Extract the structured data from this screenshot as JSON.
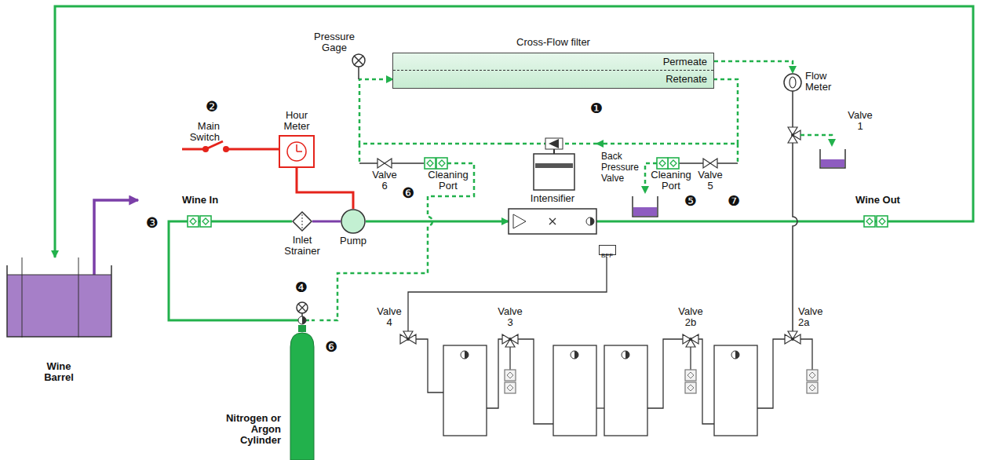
{
  "diagram": {
    "nodes": [
      {
        "text": [
          "Cross-Flow filter"
        ]
      },
      {
        "text": [
          "Permeate"
        ],
        "in": 0
      },
      {
        "text": [
          "Retenate"
        ],
        "in": 0
      },
      {
        "text": [
          "Hour Meter"
        ]
      },
      {
        "text": [
          "Intensifier"
        ]
      },
      {
        "text": [
          "Pump"
        ]
      },
      {
        "text": [
          "Inlet Strainer"
        ]
      },
      {
        "text": [
          "Wine Barrel"
        ]
      },
      {
        "text": [
          "Nitrogen or Argon Cylinder"
        ]
      },
      {
        "text": [
          "BFF"
        ]
      }
    ],
    "edges": [
      {
        "from": 3,
        "to": 5,
        "arrow": "none"
      },
      {
        "from": 6,
        "to": 5,
        "arrow": "none"
      },
      {
        "from": 5,
        "to": 4,
        "arrow": "to"
      },
      {
        "from": 2,
        "to": 4,
        "arrow": "to"
      },
      {
        "from": 4,
        "to": 2,
        "arrow": "to"
      },
      {
        "from": 4,
        "to": 7,
        "arrow": "to"
      },
      {
        "from": 8,
        "to": 6,
        "arrow": "none"
      }
    ],
    "labels": [
      "❶",
      "Back Pressure Valve",
      "Pressure Gage",
      "❷",
      "Main Switch",
      "Wine In",
      "❸",
      "Valve 6",
      "Cleaning Port",
      "❻",
      "Cleaning Port",
      "Valve 5",
      "❺",
      "❼",
      "Flow Meter",
      "Valve 1",
      "Wine Out",
      "❹",
      "❻",
      "Valve 4",
      "Valve 3",
      "Valve 2b",
      "Valve 2a"
    ]
  }
}
